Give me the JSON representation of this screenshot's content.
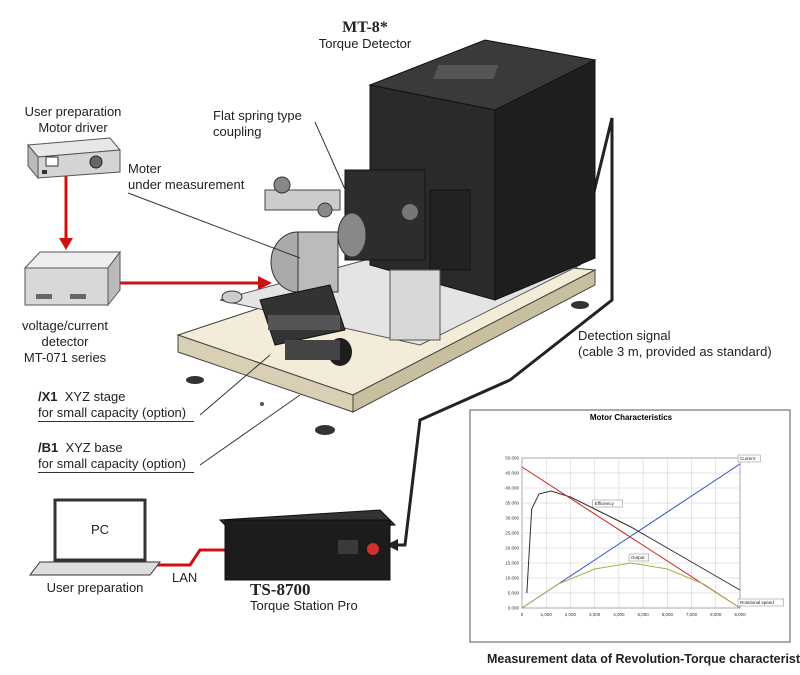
{
  "labels": {
    "user_prep_line1": "User preparation",
    "user_prep_line2": "Motor  driver",
    "mt8_model": "MT-8",
    "mt8_star": "*",
    "mt8_name": "Torque Detector",
    "flat_spring_line1": "Flat spring type",
    "flat_spring_line2": "coupling",
    "moter_line1": "Moter",
    "moter_line2": "under measurement",
    "detector_line1": "voltage/current",
    "detector_line2": "detector",
    "detector_line3": "MT-071 series",
    "detection_line1": "Detection signal",
    "detection_line2": "(cable 3 m, provided as standard)",
    "x1_code": "/X1",
    "x1_name": "XYZ stage",
    "x1_sub": "for small capacity (option)",
    "b1_code": "/B1",
    "b1_name": "XYZ base",
    "b1_sub": "for small capacity (option)",
    "pc": "PC",
    "lan": "LAN",
    "user_prep_pc": "User preparation",
    "ts_model": "TS-8700",
    "ts_name": "Torque Station Pro",
    "caption": "Measurement data of Revolution-Torque characteristics"
  },
  "chart_data": {
    "type": "line",
    "title": "Motor Characteristics",
    "xlabel": "",
    "ylabel": "",
    "x_ticks": [
      "0",
      "1,000",
      "2,000",
      "3,000",
      "4,000",
      "5,000",
      "6,000",
      "7,000",
      "8,000",
      "9,000"
    ],
    "y_ticks": [
      "0.000",
      "5.000",
      "10.000",
      "15.000",
      "20.000",
      "25.000",
      "30.000",
      "35.000",
      "40.000",
      "45.000",
      "50.000"
    ],
    "series": [
      {
        "name": "Current",
        "color": "#3050c0",
        "values": [
          [
            0,
            0
          ],
          [
            9000,
            48
          ]
        ]
      },
      {
        "name": "Efficiency",
        "color": "#303030",
        "values": [
          [
            200,
            5
          ],
          [
            400,
            33
          ],
          [
            700,
            38
          ],
          [
            1200,
            39
          ],
          [
            2000,
            37
          ],
          [
            3000,
            33
          ],
          [
            4500,
            27
          ],
          [
            6000,
            20
          ],
          [
            7500,
            13
          ],
          [
            9000,
            6
          ]
        ]
      },
      {
        "name": "Rotational speed",
        "color": "#d02020",
        "values": [
          [
            0,
            47
          ],
          [
            9000,
            0
          ]
        ]
      },
      {
        "name": "Output",
        "color": "#a8b050",
        "values": [
          [
            0,
            0
          ],
          [
            1500,
            8
          ],
          [
            3000,
            13
          ],
          [
            4500,
            15
          ],
          [
            6000,
            13
          ],
          [
            7500,
            8
          ],
          [
            9000,
            0
          ]
        ]
      }
    ],
    "grid": true
  },
  "colors": {
    "red_line": "#d01010",
    "dark_cable": "#222222"
  }
}
